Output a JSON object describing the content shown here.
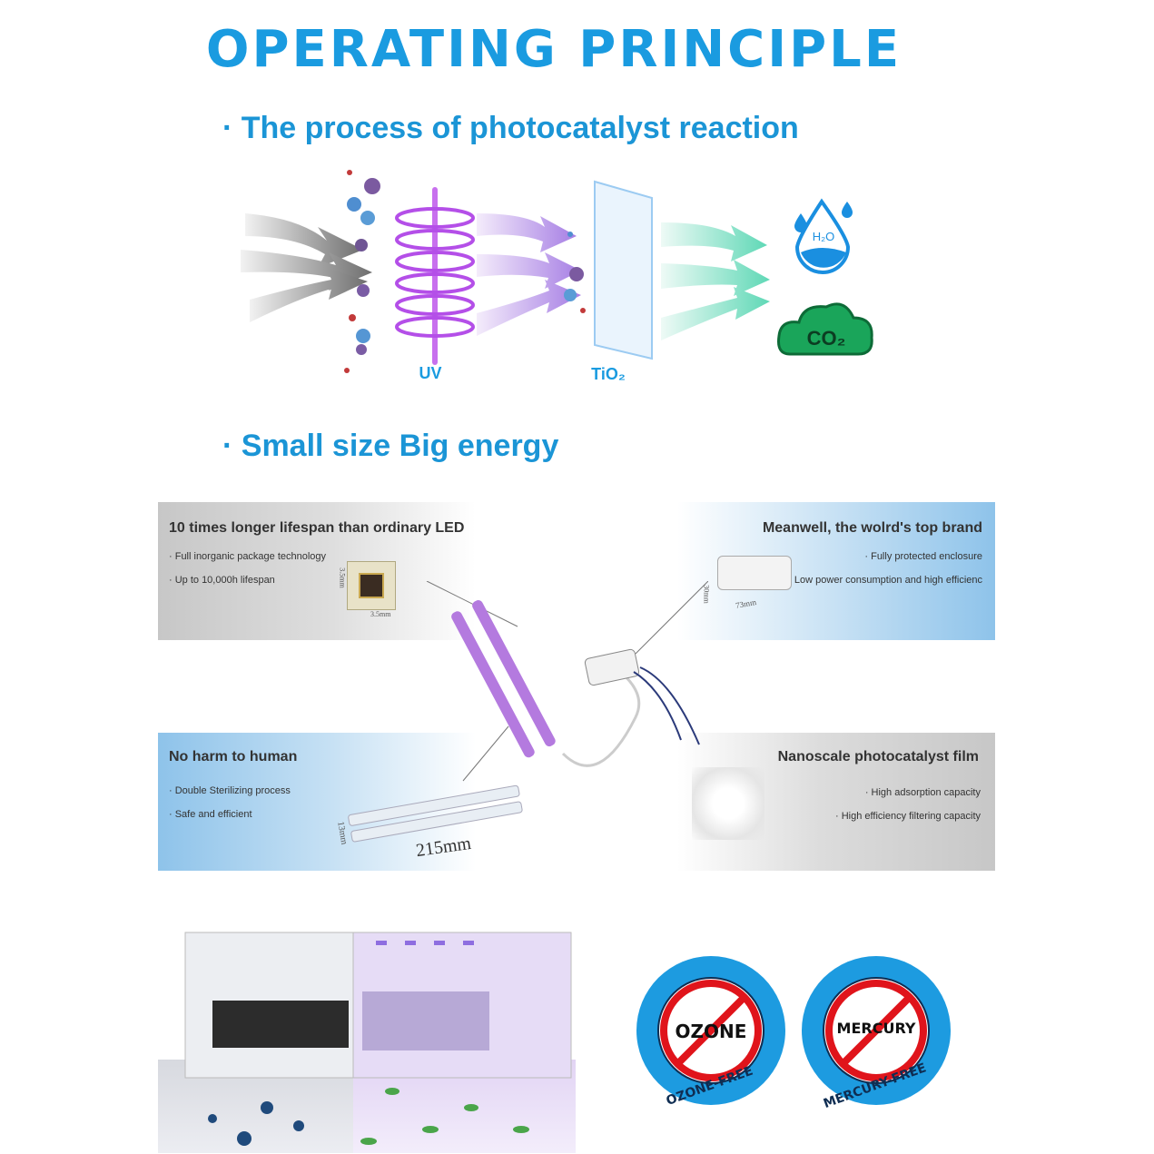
{
  "header": {
    "title": "OPERATING PRINCIPLE"
  },
  "section1": {
    "title": "· The process of photocatalyst reaction",
    "uv_label": "UV",
    "tio2_label": "TiO₂",
    "h2o_label": "H₂O",
    "co2_label": "CO₂"
  },
  "section2": {
    "title": "· Small size Big energy",
    "panels": [
      {
        "heading": "10 times longer lifespan than ordinary LED",
        "items": [
          "· Full inorganic package technology",
          "· Up to 10,000h lifespan"
        ],
        "dims": [
          "3.5mm",
          "3.5mm"
        ]
      },
      {
        "heading": "Meanwell, the wolrd's top brand",
        "items": [
          "· Fully protected enclosure",
          "· Low power consumption and high efficienc"
        ],
        "dims": [
          "73mm",
          "30mm"
        ]
      },
      {
        "heading": "No harm to human",
        "items": [
          "· Double Sterilizing process",
          "· Safe and efficient"
        ],
        "dims": [
          "215mm",
          "13mm"
        ]
      },
      {
        "heading": "Nanoscale photocatalyst film",
        "items": [
          "· High adsorption capacity",
          "· High efficiency filtering capacity"
        ]
      }
    ]
  },
  "badges": {
    "ozone_word": "OZONE",
    "ozone_free": "OZONE-FREE",
    "mercury_word": "MERCURY",
    "mercury_free": "MERCURY-FREE"
  },
  "colors": {
    "title_blue": "#1a9be0",
    "uv_purple": "#b44fe8",
    "co2_green": "#1aa55a",
    "badge_blue": "#1d9be0",
    "stop_red": "#e0141b"
  }
}
